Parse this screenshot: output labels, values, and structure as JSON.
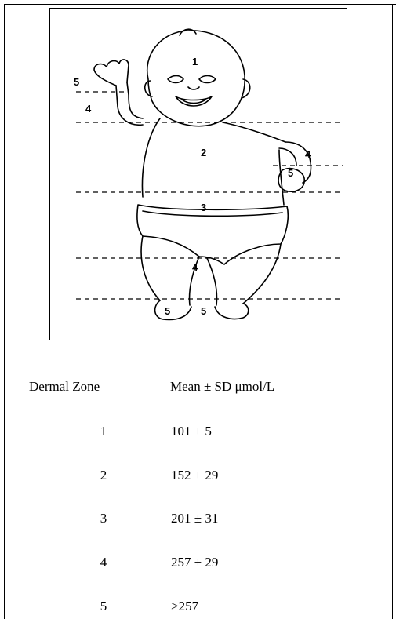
{
  "figure": {
    "zone_labels": [
      "1",
      "2",
      "3",
      "4",
      "4",
      "4",
      "5",
      "5",
      "5",
      "5"
    ]
  },
  "table": {
    "header_zone": "Dermal Zone",
    "header_value": "Mean ± SD μmol/L",
    "rows": [
      {
        "zone": "1",
        "value": "101 ± 5"
      },
      {
        "zone": "2",
        "value": "152 ± 29"
      },
      {
        "zone": "3",
        "value": "201 ± 31"
      },
      {
        "zone": "4",
        "value": "257 ± 29"
      },
      {
        "zone": "5",
        "value": ">257"
      }
    ]
  }
}
